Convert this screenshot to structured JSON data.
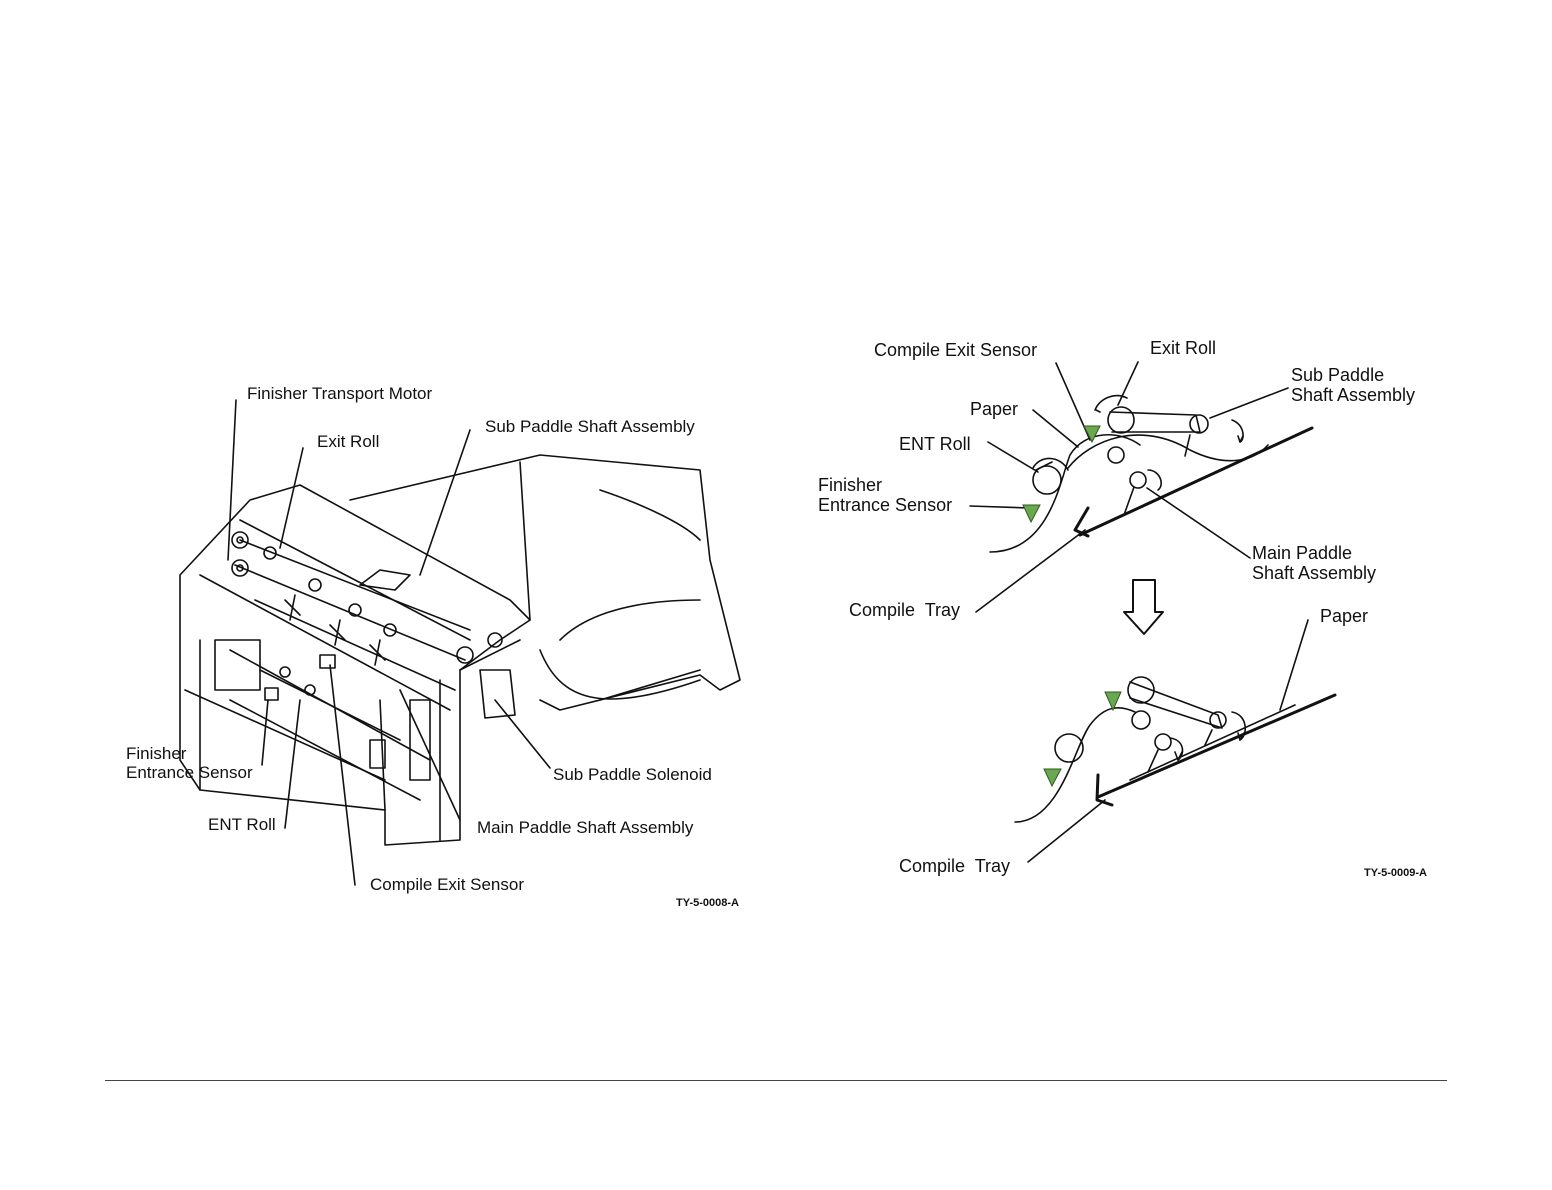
{
  "left_figure": {
    "labels": {
      "finisher_transport_motor": "Finisher Transport Motor",
      "exit_roll": "Exit Roll",
      "sub_paddle_shaft_assembly": "Sub Paddle Shaft Assembly",
      "finisher_entrance_sensor_l1": "Finisher",
      "finisher_entrance_sensor_l2": "Entrance Sensor",
      "sub_paddle_solenoid": "Sub Paddle Solenoid",
      "ent_roll": "ENT Roll",
      "main_paddle_shaft_assembly": "Main Paddle Shaft Assembly",
      "compile_exit_sensor": "Compile Exit Sensor"
    },
    "code": "TY-5-0008-A"
  },
  "right_figure": {
    "top_labels": {
      "compile_exit_sensor": "Compile Exit Sensor",
      "exit_roll": "Exit Roll",
      "sub_paddle_l1": "Sub Paddle",
      "sub_paddle_l2": "Shaft Assembly",
      "paper": "Paper",
      "ent_roll": "ENT Roll",
      "finisher_l1": "Finisher",
      "finisher_l2": "Entrance Sensor",
      "main_paddle_l1": "Main Paddle",
      "main_paddle_l2": "Shaft Assembly",
      "compile_tray": "Compile  Tray"
    },
    "bottom_labels": {
      "paper": "Paper",
      "compile_tray": "Compile  Tray"
    },
    "code": "TY-5-0009-A"
  },
  "colors": {
    "sensor": "#6aa84f",
    "line": "#111111",
    "rule": "#444444"
  }
}
